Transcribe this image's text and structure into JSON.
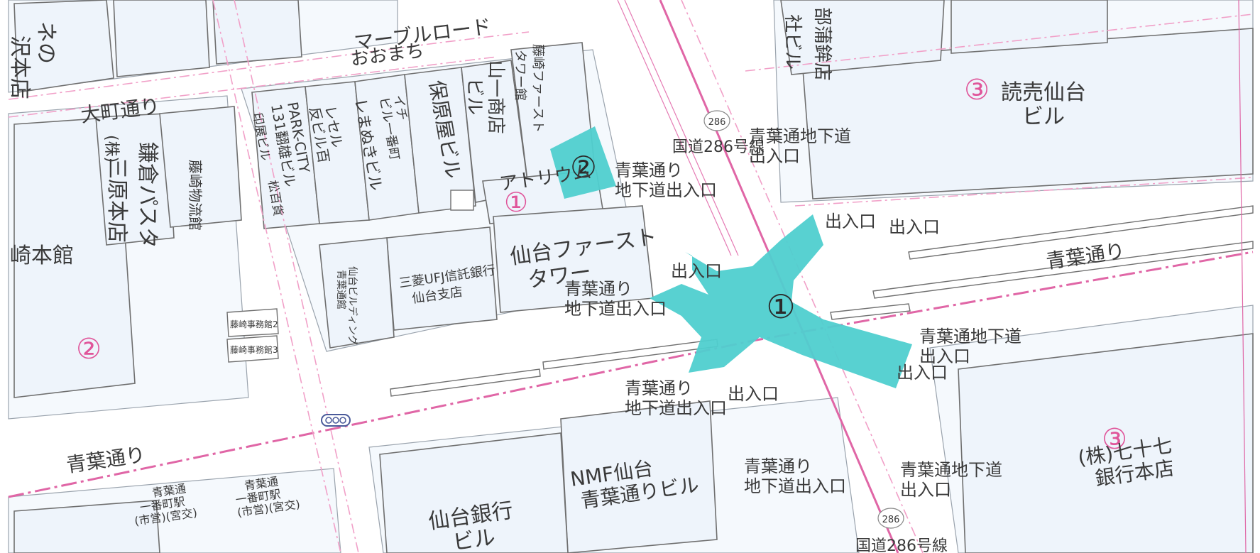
{
  "colors": {
    "highlight": "#4fcfcf",
    "district_line": "#e066a6",
    "building_fill": "#eef4fb",
    "text": "#2b2b2b"
  },
  "markers": {
    "area_1": "①",
    "area_2": "②"
  },
  "streets": {
    "ota_dori": "大町通り",
    "marble_road": "マーブルロード",
    "oomachi": "おおまち",
    "aoba_dori_right": "青葉通り",
    "aoba_dori_left": "青葉通り",
    "route_286_top": "国道286号線",
    "route_286_bottom": "国道286号線",
    "route_badge_top": "286",
    "route_badge_bottom": "286"
  },
  "exits": {
    "tunnel_exit_top": [
      "青葉通地下道",
      "出入口"
    ],
    "exit_a": "出入口",
    "exit_b": "出入口",
    "exit_c": "出入口",
    "aoba_exit_near_2": [
      "青葉通り",
      "地下道出入口"
    ],
    "aoba_exit_left": [
      "青葉通り",
      "地下道出入口"
    ],
    "aoba_exit_bottom": [
      "青葉通り",
      "地下道出入口"
    ],
    "exit_d": "出入口",
    "tunnel_exit_right": [
      "青葉通地下道",
      "出入口"
    ],
    "exit_e": "出入口",
    "aoba_exit_lower": [
      "青葉通り",
      "地下道出入口"
    ],
    "tunnel_exit_lower_right": [
      "青葉通地下道",
      "出入口"
    ]
  },
  "buildings": {
    "yomiuri": [
      "読売仙台",
      "ビル"
    ],
    "sendai_first_tower": [
      "仙台ファースト",
      "タワー"
    ],
    "fujisaki_first_tower": [
      "藤崎ファースト",
      "タワー館"
    ],
    "atrium": "アトリウム",
    "yamaichi": [
      "山一商店",
      "ビル"
    ],
    "hobaraya": "保原屋ビル",
    "ichibancho": [
      "イチ",
      "ビル一番町"
    ],
    "remanuki": "レまぬきビル",
    "resel": [
      "レセル",
      "反ビル百"
    ],
    "park_city": [
      "PARK-CITY",
      "131翻雄ビル"
    ],
    "inbaya": [
      "印展ビル",
      "松百貨"
    ],
    "mitsubishi_ufj": [
      "三菱UFJ信託銀行",
      "仙台支店"
    ],
    "sendai_building": [
      "仙台ビルディング",
      "青葉通館"
    ],
    "sanbara": [
      "(株)",
      "三原本店"
    ],
    "kamakura_pasta": "鎌倉パスタ",
    "fujisaki_butsuryu": "藤崎物流館",
    "fujisaki_honkan": "崎本館",
    "fujisaki_office2": "藤崎事務館2",
    "fujisaki_office3": "藤崎事務館3",
    "nmf": [
      "NMF仙台",
      "青葉通りビル"
    ],
    "sendai_ginko": [
      "仙台銀行",
      "ビル"
    ],
    "shichijushichi": [
      "(株)七十七",
      "銀行本店"
    ],
    "top_left_a": [
      "沢本店",
      "ネの"
    ],
    "top_right_a": [
      "社ビル",
      "部蒲鉾店"
    ]
  },
  "stations": {
    "ichibancho_a": [
      "青葉通",
      "一番町駅",
      "(市営)(宮交)"
    ],
    "ichibancho_b": [
      "青葉通",
      "一番町駅",
      "(市営)(宮交)"
    ]
  },
  "district_numbers": {
    "left": "②",
    "top_right": "③",
    "bottom_right": "③",
    "center": "①"
  }
}
